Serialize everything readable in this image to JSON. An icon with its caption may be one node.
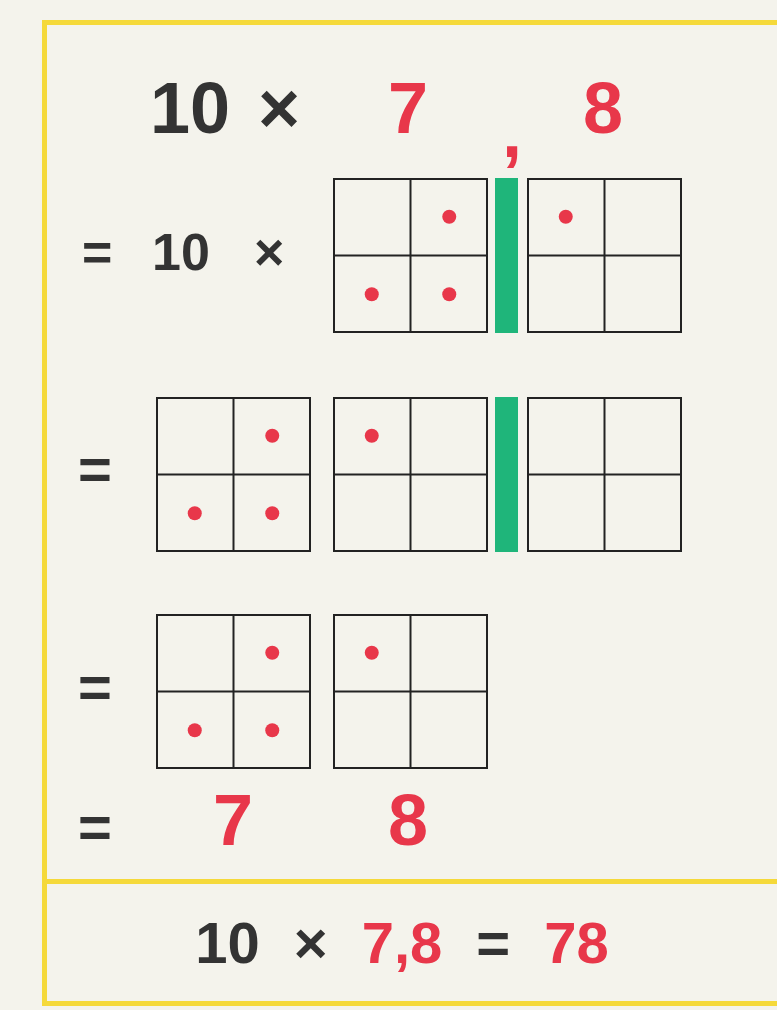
{
  "diagram": {
    "nodes": [
      {
        "text": [],
        "shape": "bar"
      },
      {
        "text": [],
        "shape": "bar"
      },
      {
        "text": [
          "10",
          "×",
          "7,8",
          "=",
          "78"
        ]
      }
    ],
    "labels": [
      "10",
      "×",
      "7",
      ",",
      "8",
      "=",
      "10",
      "×",
      "=",
      "=",
      "=",
      "7",
      "8"
    ]
  }
}
